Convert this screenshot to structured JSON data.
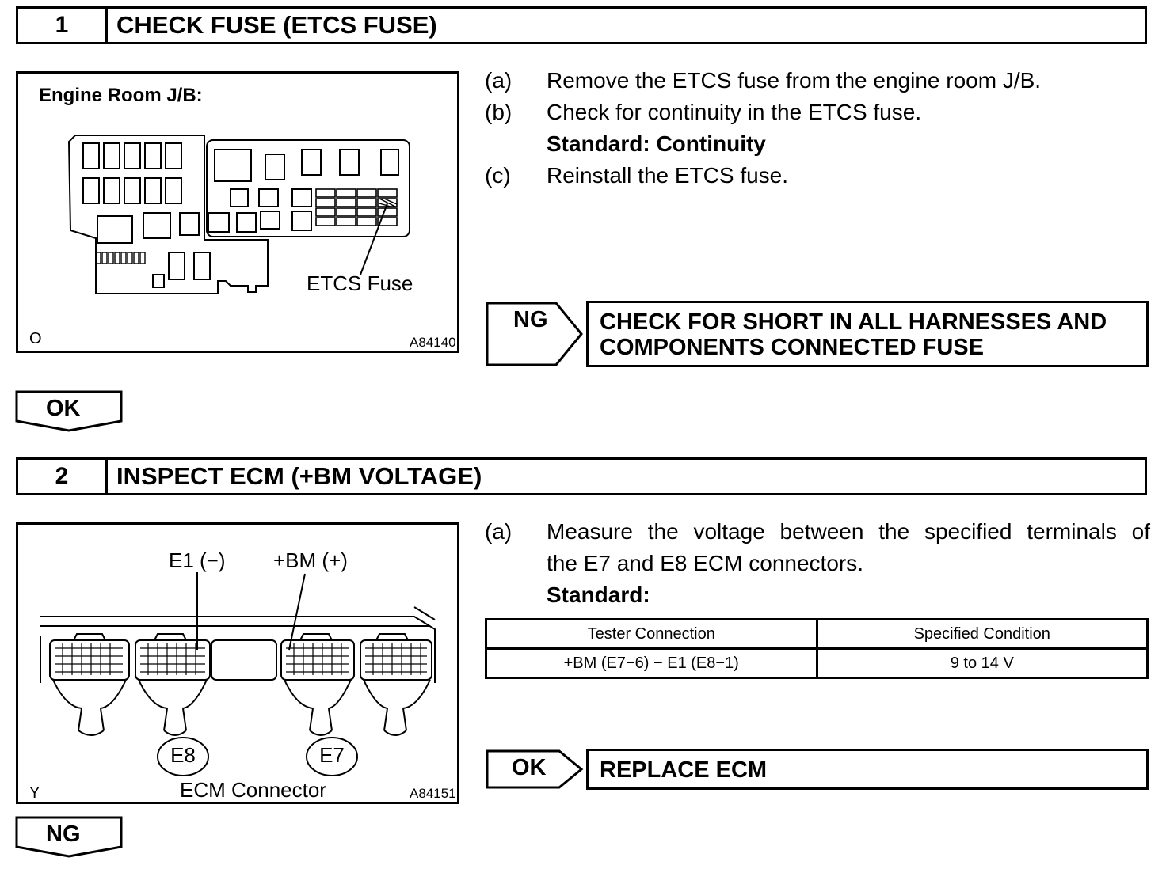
{
  "step1": {
    "number": "1",
    "title": "CHECK FUSE (ETCS FUSE)",
    "figure": {
      "heading": "Engine Room J/B:",
      "callout": "ETCS Fuse",
      "corner_code": "O",
      "ref_id": "A84140"
    },
    "instructions": [
      {
        "label": "(a)",
        "text": "Remove the ETCS fuse from the engine room J/B."
      },
      {
        "label": "(b)",
        "text": "Check for continuity in the ETCS fuse."
      },
      {
        "label": "(c)",
        "text": "Reinstall the ETCS fuse."
      }
    ],
    "standard": "Standard: Continuity",
    "ng_result": {
      "tag": "NG",
      "line1": "CHECK FOR SHORT IN ALL HARNESSES AND",
      "line2": "COMPONENTS CONNECTED FUSE"
    },
    "ok_flow": "OK"
  },
  "step2": {
    "number": "2",
    "title": "INSPECT ECM (+BM VOLTAGE)",
    "figure": {
      "label_e1": "E1 (−)",
      "label_bm": "+BM (+)",
      "connector_e8": "E8",
      "connector_e7": "E7",
      "caption": "ECM Connector",
      "corner_code": "Y",
      "ref_id": "A84151"
    },
    "instruction_label": "(a)",
    "instruction_line1": "Measure the voltage between the specified terminals of",
    "instruction_line2": "the E7 and E8 ECM connectors.",
    "standard": "Standard:",
    "table": {
      "headers": [
        "Tester Connection",
        "Specified Condition"
      ],
      "rows": [
        [
          "+BM (E7−6) − E1 (E8−1)",
          "9 to 14 V"
        ]
      ]
    },
    "ok_result": {
      "tag": "OK",
      "text": "REPLACE ECM"
    },
    "ng_flow": "NG"
  }
}
